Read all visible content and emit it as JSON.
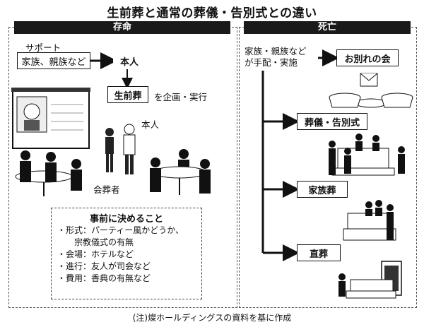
{
  "title": "生前葬と通常の葬儀・告別式との違い",
  "left": {
    "header": "存命",
    "support_label": "サポート",
    "support_box": "家族、親族など",
    "person_box": "本人",
    "plan_box": "生前葬",
    "plan_text": "を企画・実行",
    "person_label": "本人",
    "attendee_label": "会葬者",
    "decide": {
      "heading": "事前に決めること",
      "items": [
        "・形式：パーティー風かどうか、",
        "　　宗教儀式の有無",
        "・会場：ホテルなど",
        "・進行：友人が司会など",
        "・費用：香典の有無など"
      ]
    }
  },
  "right": {
    "header": "死亡",
    "arranger_line1": "家族・親族など",
    "arranger_line2": "が手配・実施",
    "farewell_box": "お別れの会",
    "funeral_box": "葬儀・告別式",
    "family_box": "家族葬",
    "direct_box": "直葬"
  },
  "footer": "(注)燦ホールディングスの資料を基に作成"
}
